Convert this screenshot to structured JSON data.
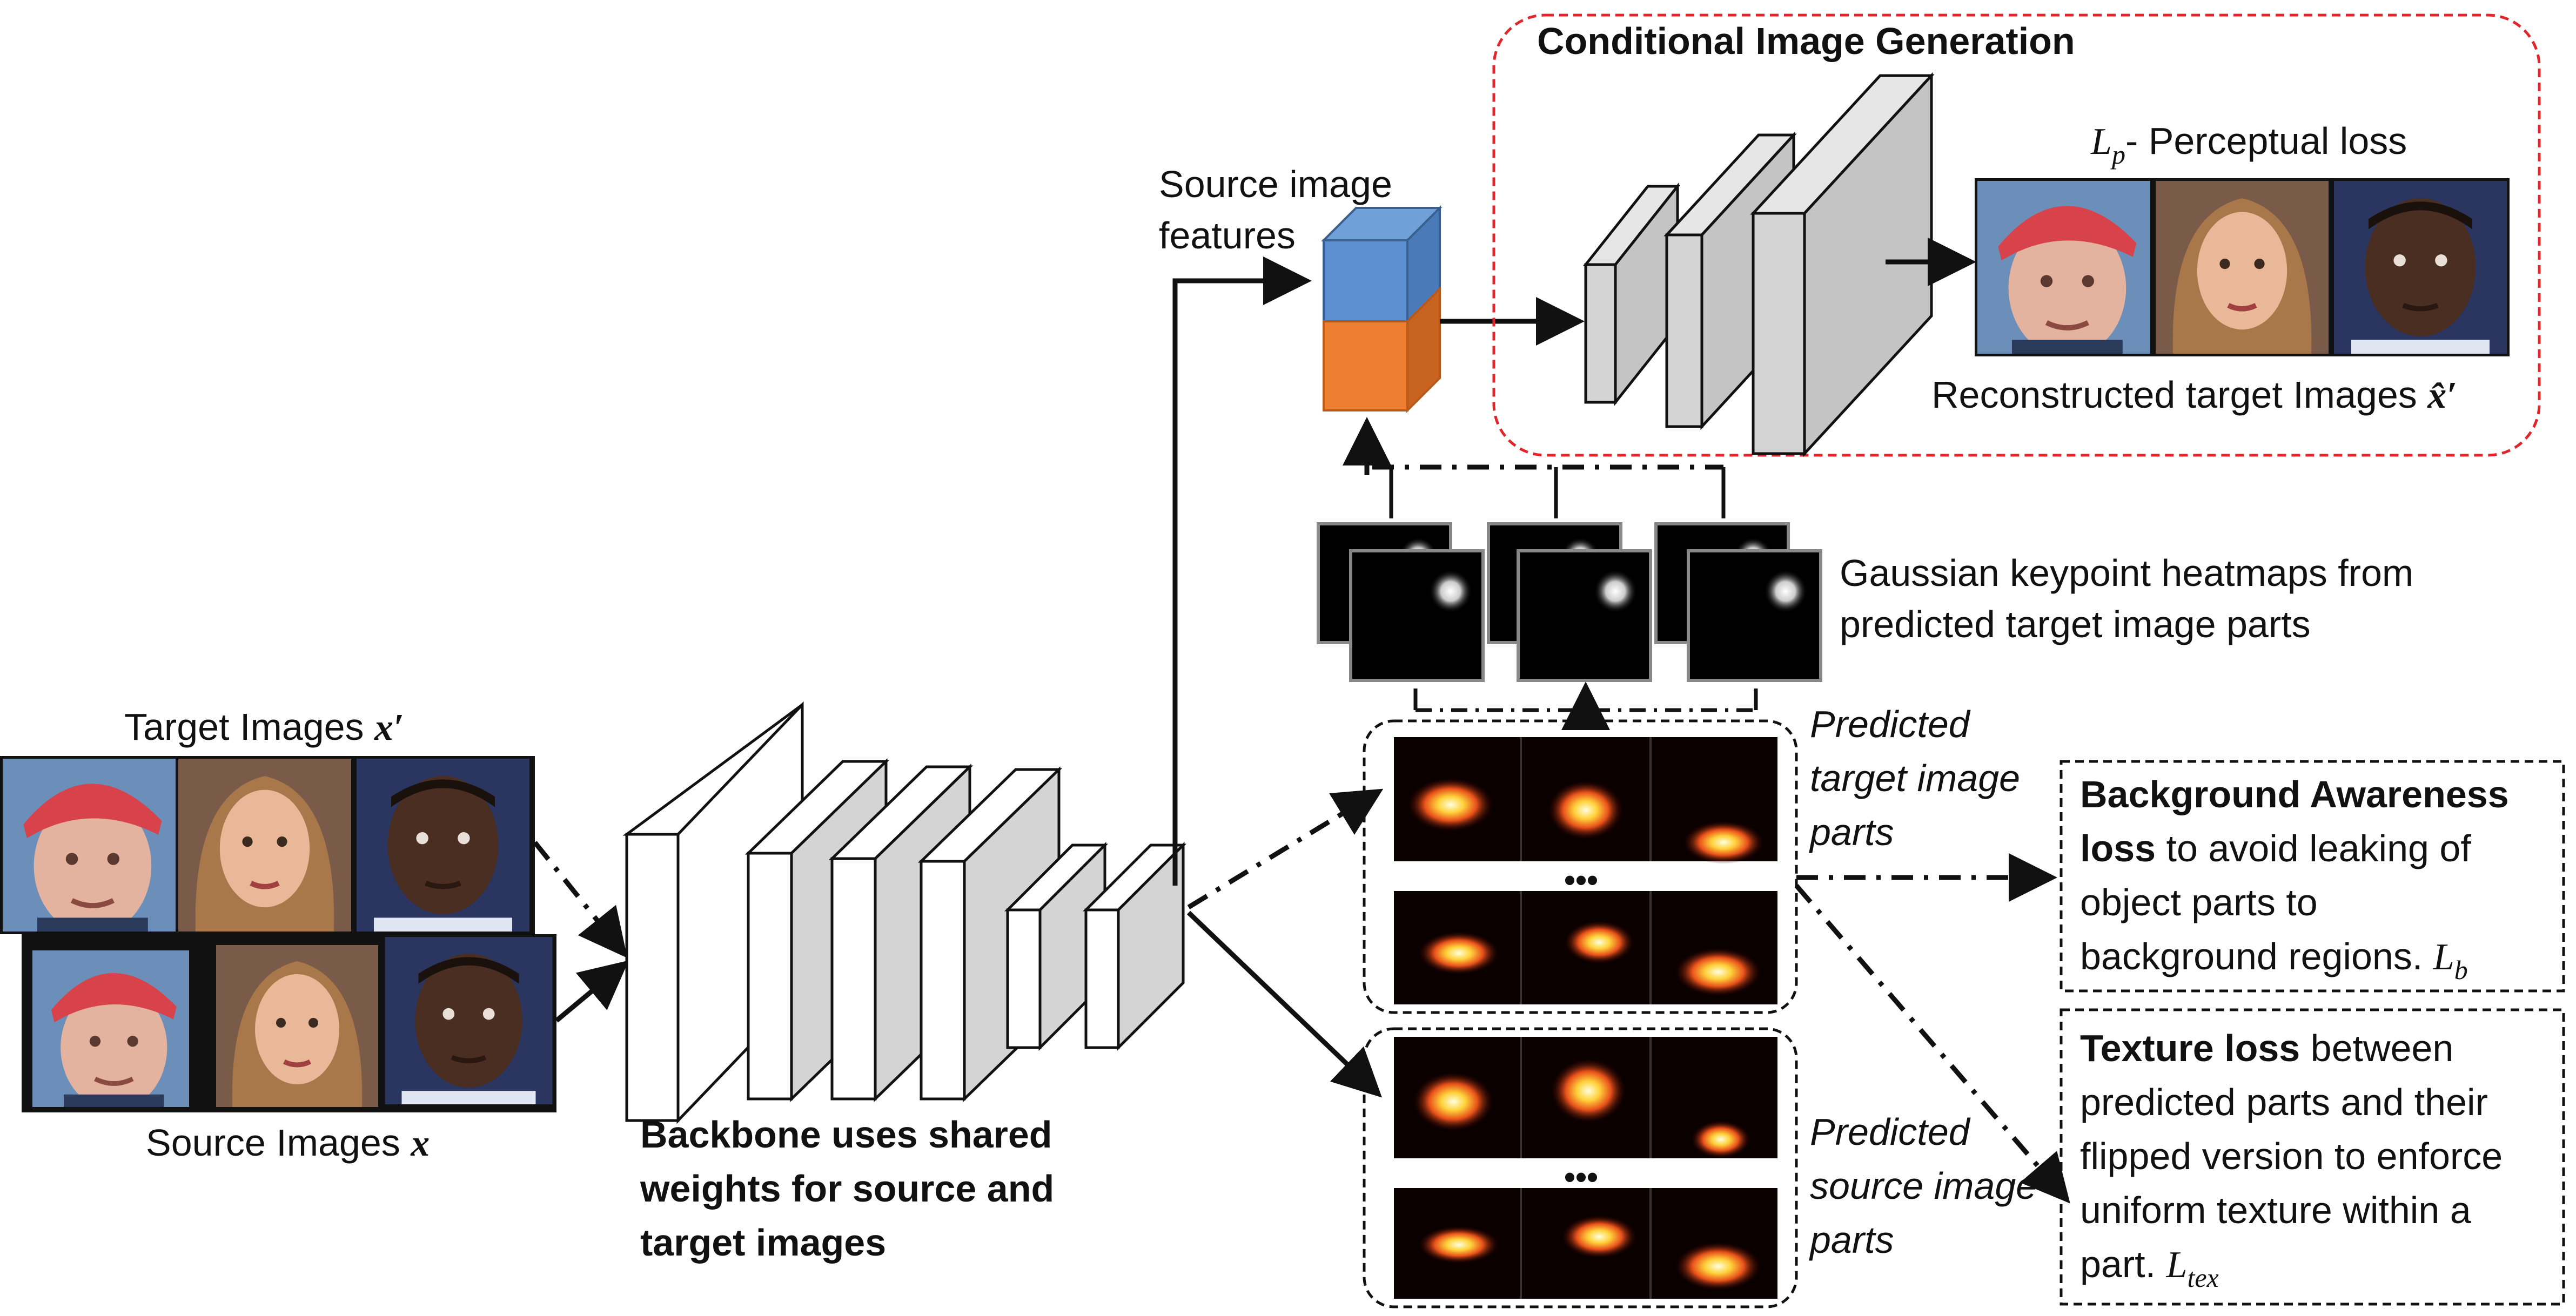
{
  "labels": {
    "target_images": "Target Images",
    "target_images_symbol": "x′",
    "source_images": "Source Images",
    "source_images_symbol": "x",
    "backbone_line1": "Backbone uses shared",
    "backbone_line2": "weights for source and",
    "backbone_line3": "target images",
    "source_features_line1": "Source image",
    "source_features_line2": "features",
    "cig_title": "Conditional Image Generation",
    "perceptual_symbol": "L",
    "perceptual_sub": "p",
    "perceptual_text": "- Perceptual loss",
    "reconstructed_text": "Reconstructed target Images",
    "reconstructed_symbol": "x̂′",
    "heatmaps_line1": "Gaussian keypoint heatmaps from",
    "heatmaps_line2": "predicted target image parts",
    "pred_target_line1": "Predicted",
    "pred_target_line2": "target image",
    "pred_target_line3": "parts",
    "pred_source_line1": "Predicted",
    "pred_source_line2": "source image",
    "pred_source_line3": "parts",
    "dots": "•••",
    "bg_line1_bold": "Background Awareness",
    "bg_line2_bold": "loss",
    "bg_line2_rest": " to avoid leaking of",
    "bg_line3": "object parts to",
    "bg_line4": "background regions.",
    "bg_symbol": "L",
    "bg_sub": "b",
    "tex_line1_bold": "Texture loss",
    "tex_line1_rest": " between",
    "tex_line2": "predicted parts and their",
    "tex_line3": "flipped version to enforce",
    "tex_line4": "uniform texture within a",
    "tex_line5": "part.",
    "tex_symbol": "L",
    "tex_sub": "tex"
  },
  "colors": {
    "feature_top": "#5b8fcf",
    "feature_bottom": "#ed7d31",
    "cig_border": "#e0262a",
    "decoder_fill": "#d4d4d4",
    "backbone_fill": "#ffffff"
  },
  "icons": [
    "face-old-man-red-cap",
    "face-woman",
    "face-man"
  ]
}
